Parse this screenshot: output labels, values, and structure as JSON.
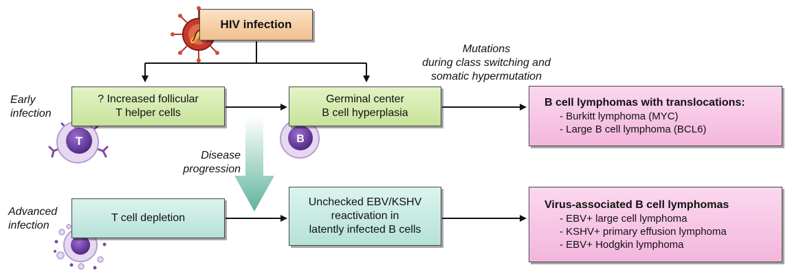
{
  "top": {
    "label": "HIV infection"
  },
  "left_labels": {
    "early": [
      "Early",
      "infection"
    ],
    "advanced": [
      "Advanced",
      "infection"
    ]
  },
  "boxes": {
    "follicular": [
      "? Increased follicular",
      "T helper cells"
    ],
    "germinal": [
      "Germinal center",
      "B cell hyperplasia"
    ],
    "depletion": [
      "T cell depletion"
    ],
    "ebv": [
      "Unchecked EBV/KSHV",
      "reactivation in",
      "latently infected B cells"
    ]
  },
  "mutations_label": [
    "Mutations",
    "during class switching and",
    "somatic hypermutation"
  ],
  "progression_label": [
    "Disease",
    "progression"
  ],
  "outcome_translocations": {
    "title": "B cell lymphomas with translocations:",
    "items": [
      "- Burkitt lymphoma (MYC)",
      "- Large B cell lymphoma (BCL6)"
    ]
  },
  "outcome_virus": {
    "title": "Virus-associated B cell lymphomas",
    "items": [
      "- EBV+ large cell lymphoma",
      "- KSHV+ primary effusion lymphoma",
      "- EBV+ Hodgkin lymphoma"
    ]
  },
  "cells": {
    "t_cell": "T",
    "b_cell": "B"
  },
  "colors": {
    "green_box": "#d5ebb0",
    "teal_box": "#c9ebe3",
    "orange_box": "#f5cfa6",
    "pink_box": "#f7c6e4",
    "cell_purple": "#6b3aa0",
    "progression_arrow": "#7cc1ad"
  }
}
